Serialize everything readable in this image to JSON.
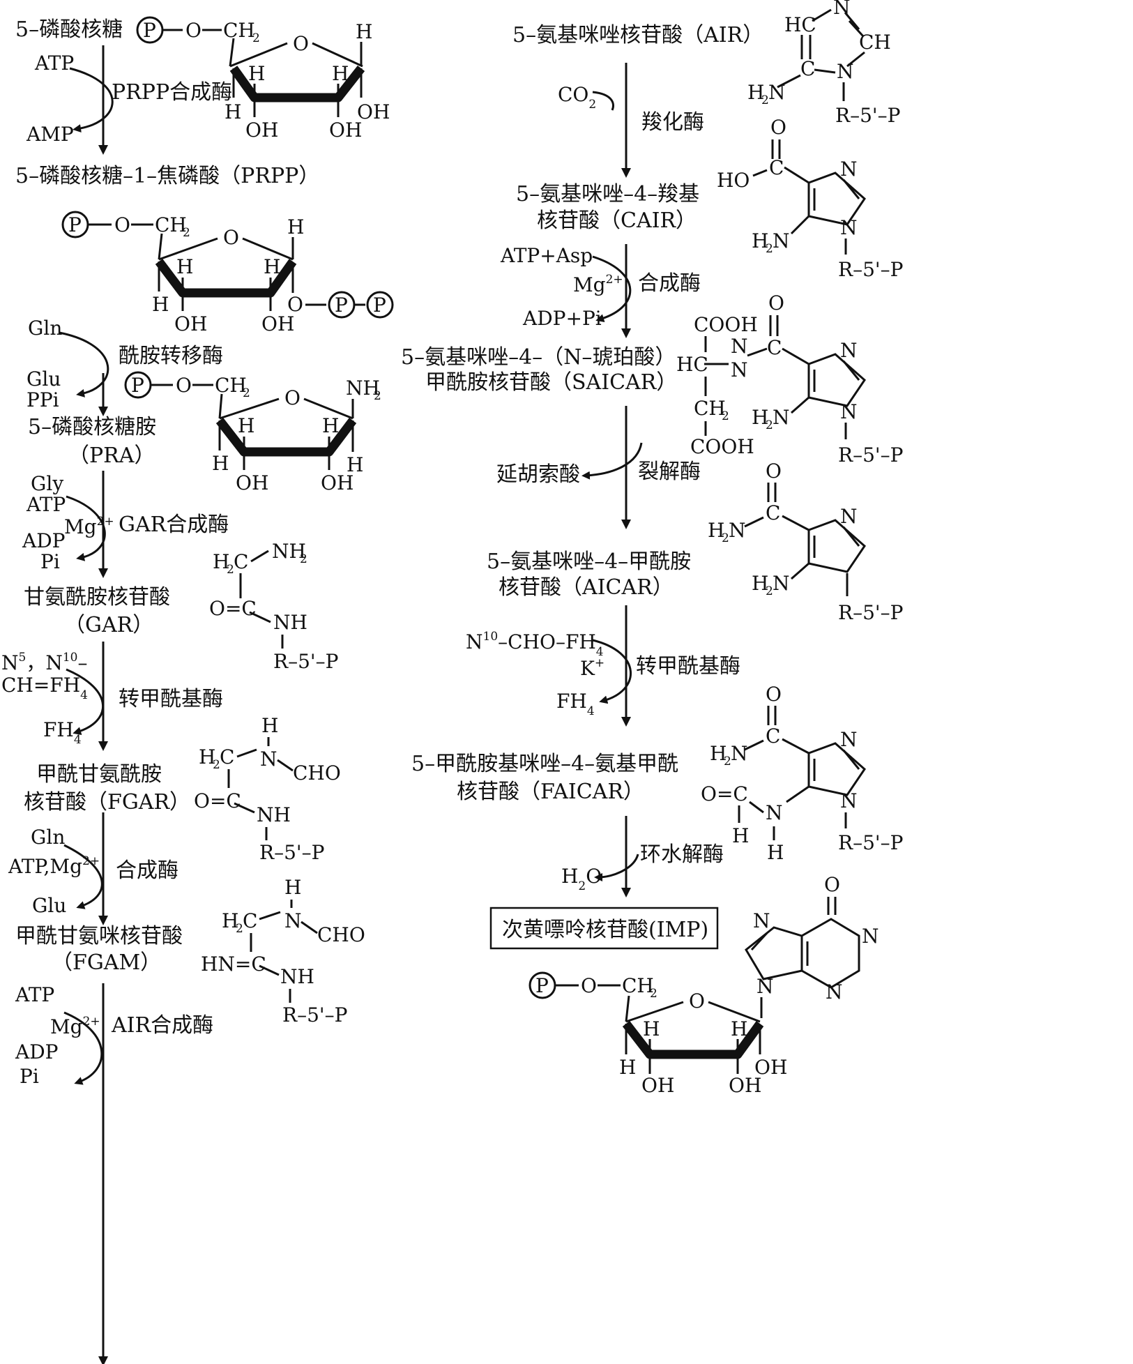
{
  "left": {
    "start_compound": "5–磷酸核糖",
    "mg_charge": "2+",
    "sub4": "4",
    "prpp": "5–磷酸核糖–1–焦磷酸（PRPP）",
    "pra1": "5–磷酸核糖胺",
    "pra2": "（PRA）",
    "gar1": "甘氨酰胺核苷酸",
    "gar2": "（GAR）",
    "fgar1": "甲酰甘氨酰胺",
    "fgar2": "核苷酸（FGAR）",
    "fgam1": "甲酰甘氨咪核苷酸",
    "fgam2": "（FGAM）",
    "step1": {
      "in": "ATP",
      "out": "AMP",
      "enzyme": "PRPP合成酶"
    },
    "step2": {
      "in": "Gln",
      "out1": "Glu",
      "out2": "PPi",
      "enzyme": "酰胺转移酶"
    },
    "step3": {
      "in1": "Gly",
      "in2": "ATP",
      "mg": "Mg",
      "out1": "ADP",
      "out2": "Pi",
      "enzyme": "GAR合成酶"
    },
    "step4": {
      "in1a": "N",
      "sup5": "5",
      "in1b": "，N",
      "sup10": "10",
      "in1c": "–",
      "in2a": "CH=FH",
      "outa": "FH",
      "enzyme": "转甲酰基酶"
    },
    "step5": {
      "in1": "Gln",
      "in2": "ATP,Mg",
      "out": "Glu",
      "enzyme": "合成酶"
    },
    "step6": {
      "in": "ATP",
      "out1": "ADP",
      "out2": "Pi",
      "enzyme": "AIR合成酶"
    }
  },
  "right": {
    "air": "5–氨基咪唑核苷酸（AIR）",
    "sub2": "2",
    "sub4": "4",
    "mg": "Mg",
    "mg_charge": "2+",
    "plus": "+",
    "cair1": "5–氨基咪唑–4–羧基",
    "cair2": "核苷酸（CAIR）",
    "saicar1": "5–氨基咪唑–4–（N–琥珀酸）",
    "saicar2": "甲酰胺核苷酸（SAICAR）",
    "aicar1": "5–氨基咪唑–4–甲酰胺",
    "aicar2": "核苷酸（AICAR）",
    "faicar1": "5–甲酰胺基咪唑–4–氨基甲酰",
    "faicar2": "核苷酸（FAICAR）",
    "imp": "次黄嘌呤核苷酸(IMP)",
    "step1": {
      "in": "CO",
      "enzyme": "羧化酶"
    },
    "step2": {
      "in": "ATP+Asp",
      "out": "ADP+Pi",
      "enzyme": "合成酶"
    },
    "step3": {
      "out": "延胡索酸",
      "enzyme": "裂解酶"
    },
    "step4": {
      "in_a": "N",
      "sup10": "10",
      "in_b": "–CHO–FH",
      "k": "K",
      "out": "FH",
      "enzyme": "转甲酰基酶"
    },
    "step5": {
      "out_a": "H",
      "out_b": "O",
      "enzyme": "环水解酶"
    }
  }
}
